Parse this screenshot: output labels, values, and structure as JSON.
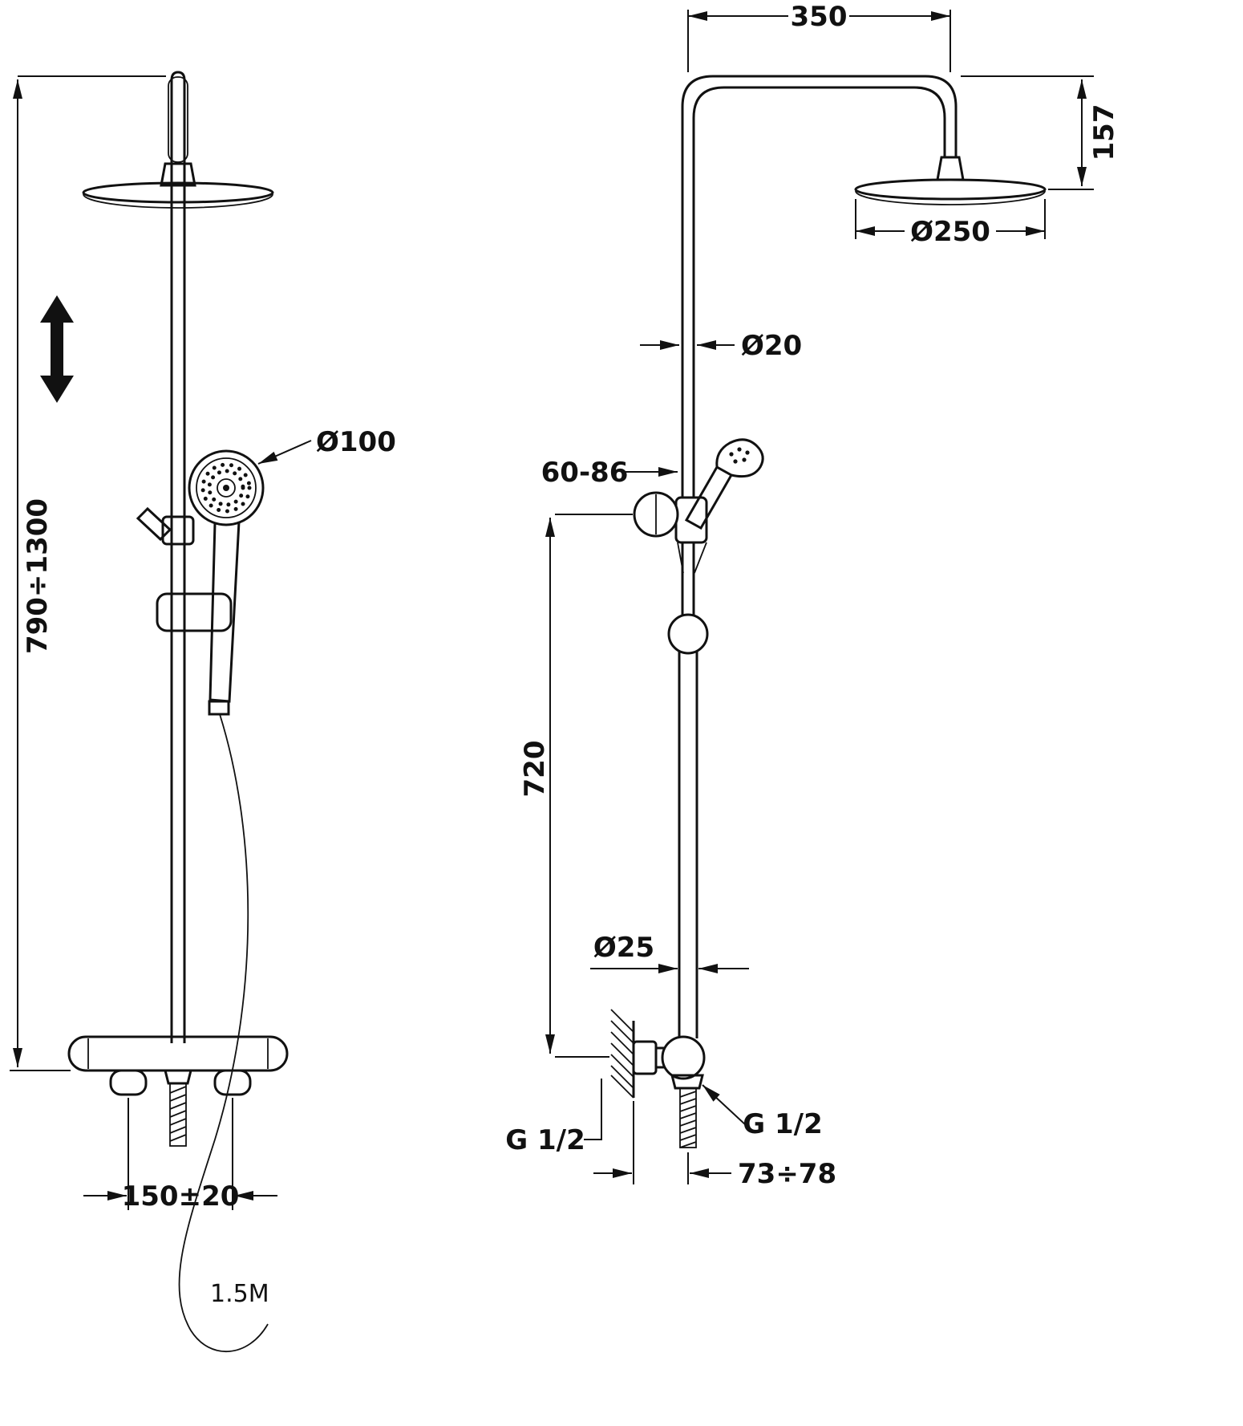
{
  "background": "#ffffff",
  "line_color": "#111111",
  "drawing": {
    "front_view": {
      "height_range": "790÷1300",
      "handshower_diameter": "Ø100",
      "inlet_spacing": "150±20",
      "hose_length": "1.5M"
    },
    "side_view": {
      "arm_length": "350",
      "head_drop": "157",
      "head_diameter": "Ø250",
      "upper_pipe_diameter": "Ø20",
      "holder_depth": "60-86",
      "column_height": "720",
      "lower_pipe_diameter": "Ø25",
      "wall_connection": "G 1/2",
      "outlet_connection": "G 1/2",
      "wall_offset": "73÷78"
    }
  }
}
